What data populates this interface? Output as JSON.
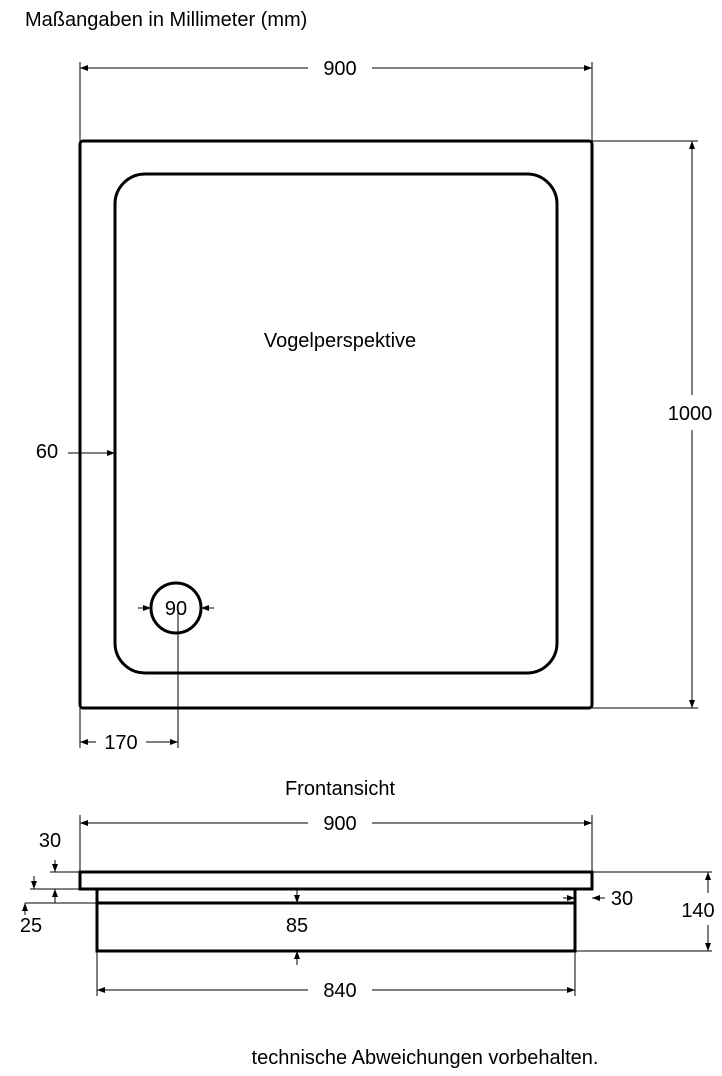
{
  "title": "Maßangaben in Millimeter (mm)",
  "top_view": {
    "label": "Vogelperspektive",
    "width": "900",
    "length": "1000",
    "rim": "60",
    "drain_diameter": "90",
    "drain_offset": "170"
  },
  "front_view": {
    "label": "Frontansicht",
    "width": "900",
    "rim_height": "30",
    "step": "25",
    "inner_depth": "85",
    "side_offset": "30",
    "total_height": "140",
    "base_width": "840"
  },
  "footer": "technische Abweichungen vorbehalten."
}
